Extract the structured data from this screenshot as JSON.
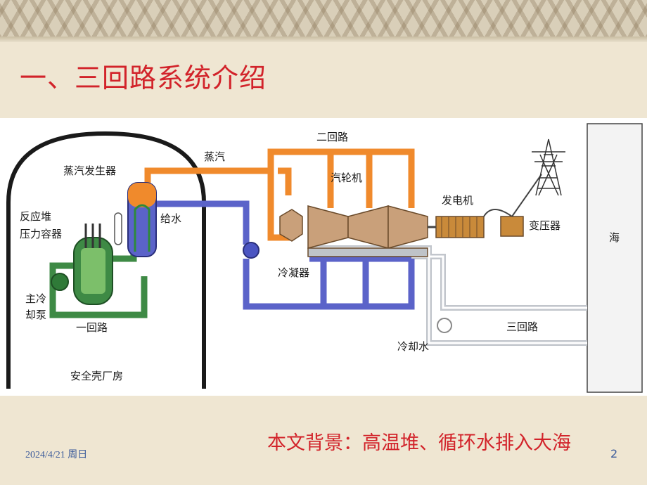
{
  "slide": {
    "title": "一、三回路系统介绍",
    "footer_date": "2024/4/21 周日",
    "footer_note": "本文背景：高温堆、循环水排入大海",
    "page_number": "2"
  },
  "diagram": {
    "labels": {
      "steam_generator": "蒸汽发生器",
      "steam": "蒸汽",
      "second_loop": "二回路",
      "turbine": "汽轮机",
      "generator": "发电机",
      "transformer": "变压器",
      "sea": "海",
      "reactor_line1": "反应堆",
      "reactor_line2": "压力容器",
      "feedwater": "给水",
      "main_pump_line1": "主冷",
      "main_pump_line2": "却泵",
      "first_loop": "一回路",
      "condenser": "冷凝器",
      "third_loop": "三回路",
      "cooling_water": "冷却水",
      "containment": "安全壳厂房"
    },
    "colors": {
      "steam_pipe": "#f08a2c",
      "feedwater_pipe": "#5b63c9",
      "primary_loop": "#3e8a45",
      "cooling_pipe": "#bfc3c8",
      "title_red": "#d2232a"
    }
  }
}
